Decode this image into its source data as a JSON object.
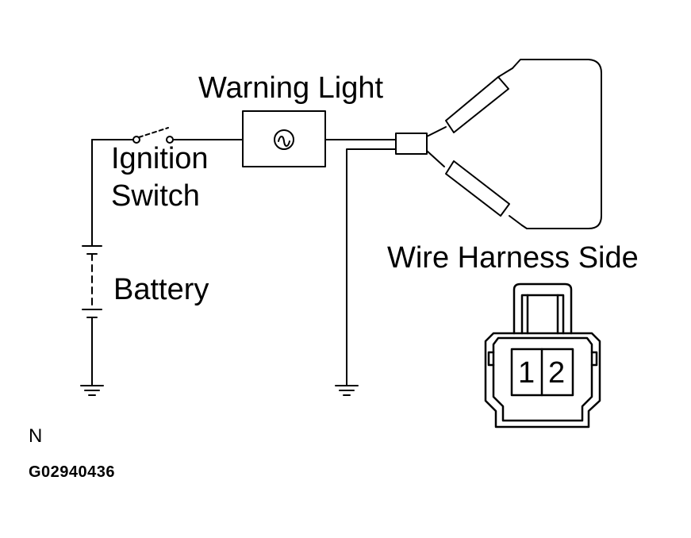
{
  "labels": {
    "warning_light": "Warning Light",
    "ignition_switch_line1": "Ignition",
    "ignition_switch_line2": "Switch",
    "battery": "Battery",
    "wire_harness_side": "Wire Harness Side",
    "pin_1": "1",
    "pin_2": "2",
    "corner_letter": "N",
    "figure_code": "G02940436"
  },
  "colors": {
    "line": "#000000",
    "background": "#ffffff"
  }
}
